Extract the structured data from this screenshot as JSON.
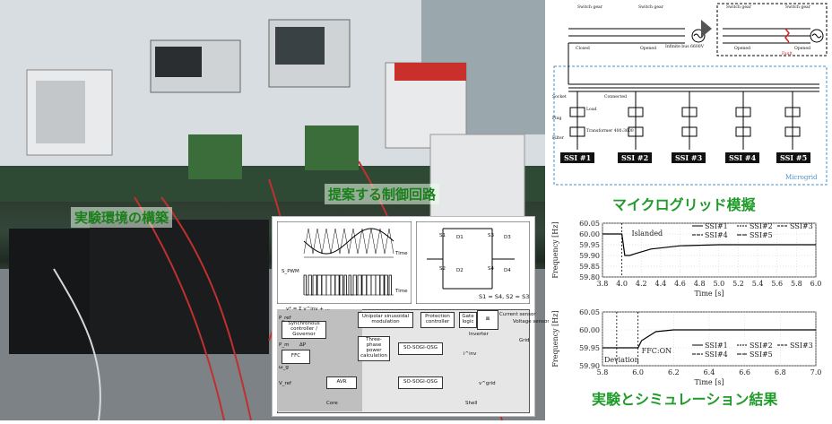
{
  "photo": {
    "label_env": "実験環境の構築",
    "label_ctrl": "提案する制御回路"
  },
  "circuit": {
    "time1": "Time",
    "time2": "Time",
    "spwm": "S_PWM",
    "switches": [
      "S1",
      "D1",
      "S3",
      "D3",
      "S2",
      "D2",
      "S4",
      "D4"
    ],
    "switch_relation": "S1 = S4, S2 = S3",
    "blocks": {
      "sync": "Synchronous controller / Governor",
      "ffc": "FFC",
      "unipolar": "Unipolar sinusoidal modulation",
      "protection": "Protection controller",
      "gate": "Gate logic",
      "inverter": "Inverter",
      "three_phase": "Three-phase power calculation",
      "sogi1": "SO-SOGI-QSG",
      "sogi2": "SO-SOGI-QSG",
      "avr": "AVR",
      "shell": "Shell",
      "core": "Core",
      "current_sensor": "Current sensor",
      "voltage_sensor": "Voltage sensor",
      "grid": "Grid"
    },
    "signals": {
      "pref": "P_ref",
      "vref": "V_ref",
      "dp": "ΔP",
      "pm": "P_m",
      "omega": "ω_g",
      "i_inv": "i^inv",
      "v_grid": "v^grid",
      "equation": "v* = Σ v^inv + ..."
    }
  },
  "microgrid": {
    "switch_gear_1": "Switch gear",
    "switch_gear_2": "Switch gear",
    "switch_gear_3": "Switch gear",
    "switch_gear_4": "Switch gear",
    "closed": "Closed",
    "opened_1": "Opened",
    "opened_2": "Opened",
    "opened_3": "Opened",
    "infinite_bus": "Infinite bus 6600V",
    "fault": "Fault",
    "microgrid_label": "Microgrid",
    "socket": "Socket",
    "load": "Load",
    "connected": "Connected",
    "transformer": "Transformer 400:3600",
    "filter": "Filter",
    "plug": "Plug",
    "ssi": [
      "SSI #1",
      "SSI #2",
      "SSI #3",
      "SSI #4",
      "SSI #5"
    ],
    "caption": "マイクログリッド模擬"
  },
  "results_caption": "実験とシミュレーション結果",
  "colors": {
    "green_label": "#1f9b2a",
    "microgrid_dash": "#4a90c8",
    "fault_red": "#d62020"
  },
  "chart_data": [
    {
      "type": "line",
      "ylabel": "Frequency [Hz]",
      "xlabel": "Time [s]",
      "xlim": [
        3.8,
        6.0
      ],
      "ylim": [
        59.8,
        60.05
      ],
      "xticks": [
        3.8,
        4.0,
        4.2,
        4.4,
        4.6,
        4.8,
        5.0,
        5.2,
        5.4,
        5.6,
        5.8,
        6.0
      ],
      "yticks": [
        59.8,
        59.85,
        59.9,
        59.95,
        60.0,
        60.05
      ],
      "ytick_labels": [
        "59.80",
        "59.85",
        "59.90",
        "59.95",
        "60.00",
        "60.05"
      ],
      "annotation": "Islanded",
      "legend": [
        "SSI#1",
        "SSI#2",
        "SSI#3",
        "SSI#4",
        "SSI#5"
      ],
      "legend_placement": "top-right",
      "series": [
        {
          "name": "SSI#1",
          "x": [
            3.8,
            4.0,
            4.03,
            4.08,
            4.15,
            4.3,
            4.6,
            5.0,
            5.5,
            6.0
          ],
          "values": [
            60.0,
            60.0,
            59.9,
            59.9,
            59.91,
            59.93,
            59.945,
            59.95,
            59.95,
            59.95
          ]
        }
      ]
    },
    {
      "type": "line",
      "ylabel": "Frequency [Hz]",
      "xlabel": "Time [s]",
      "xlim": [
        5.8,
        7.0
      ],
      "ylim": [
        59.9,
        60.05
      ],
      "xticks": [
        5.8,
        6.0,
        6.2,
        6.4,
        6.6,
        6.8,
        7.0
      ],
      "yticks": [
        59.9,
        59.95,
        60.0,
        60.05
      ],
      "ytick_labels": [
        "59.90",
        "59.95",
        "60.00",
        "60.05"
      ],
      "annotations": [
        "Deviation",
        "FFC:ON"
      ],
      "legend": [
        "SSI#1",
        "SSI#2",
        "SSI#3",
        "SSI#4",
        "SSI#5"
      ],
      "legend_placement": "bottom-right",
      "series": [
        {
          "name": "SSI#1",
          "x": [
            5.8,
            6.0,
            6.02,
            6.1,
            6.2,
            6.4,
            7.0
          ],
          "values": [
            59.95,
            59.95,
            59.97,
            59.995,
            60.0,
            60.0,
            60.0
          ]
        }
      ]
    }
  ]
}
